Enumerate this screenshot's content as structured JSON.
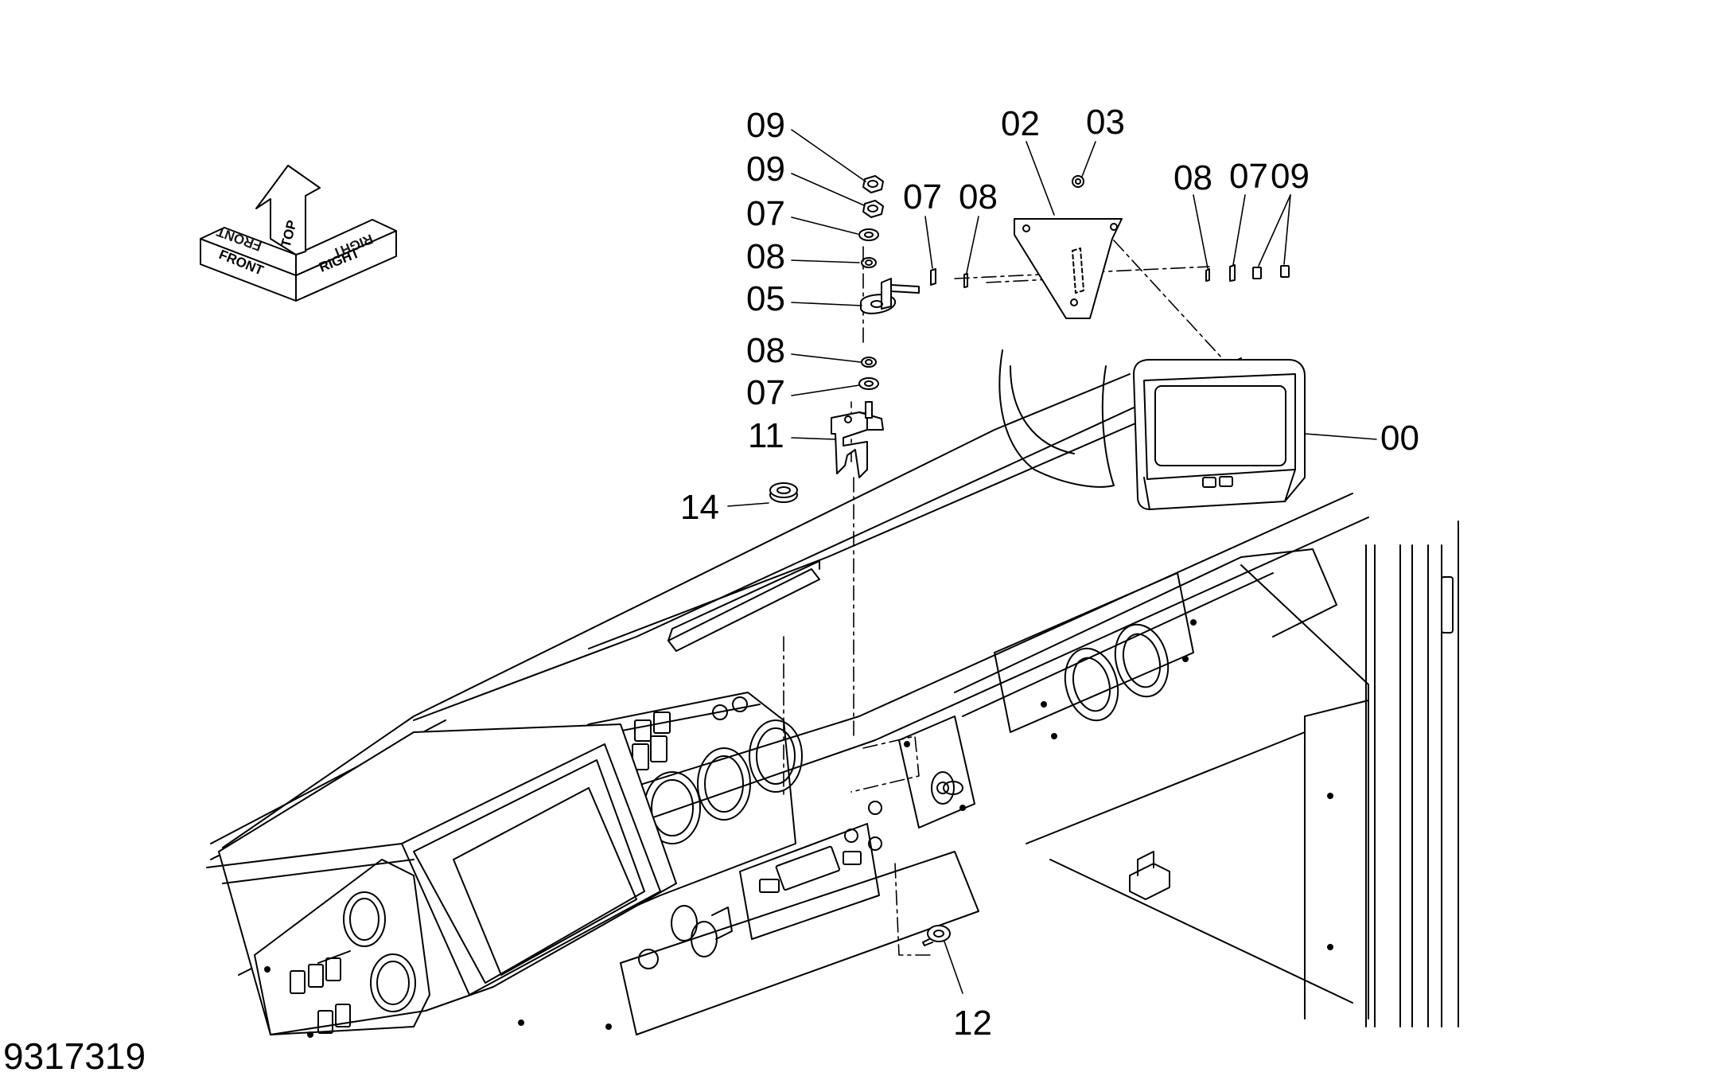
{
  "drawing": {
    "number": "9317319",
    "orientation": {
      "top": "TOP",
      "front": "FRONT",
      "right": "RIGHT"
    },
    "callouts": {
      "c09a": "09",
      "c09b": "09",
      "c07a": "07",
      "c08a": "08",
      "c05": "05",
      "c08b": "08",
      "c07b": "07",
      "c11": "11",
      "c14": "14",
      "c07c": "07",
      "c08c": "08",
      "c02": "02",
      "c03": "03",
      "c08d": "08",
      "c07d": "07",
      "c09c": "09",
      "c00": "00",
      "c12": "12"
    }
  }
}
